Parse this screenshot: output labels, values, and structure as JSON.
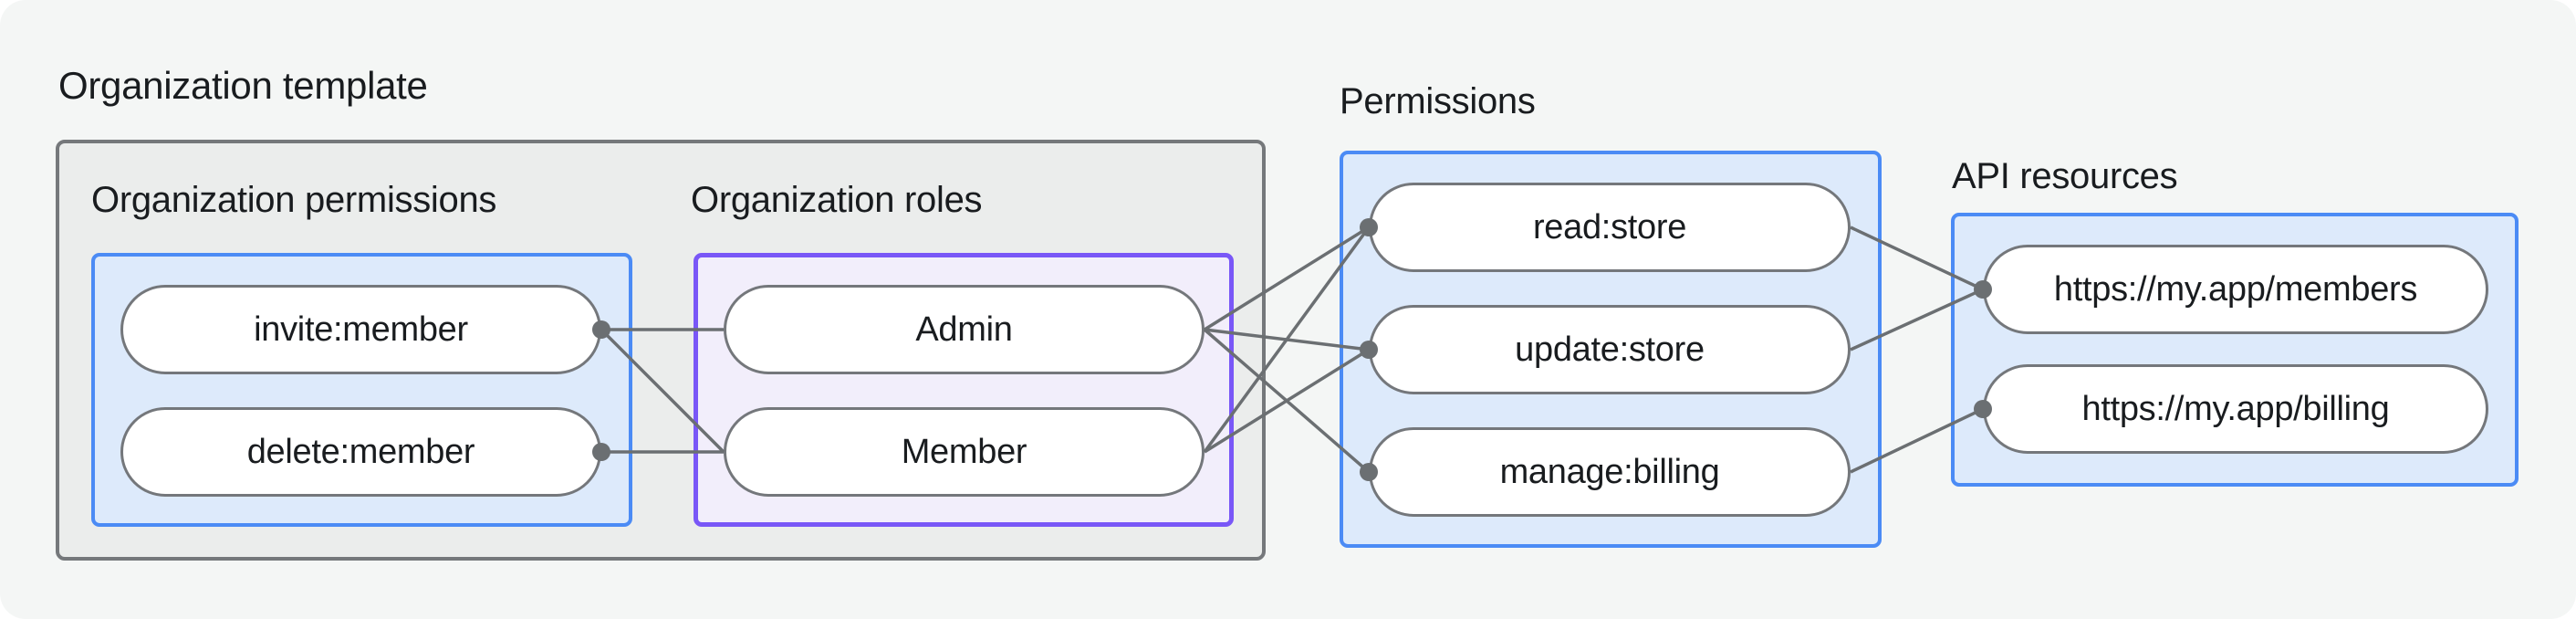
{
  "title": "Organization template",
  "groups": {
    "org_permissions": {
      "label": "Organization permissions",
      "items": [
        "invite:member",
        "delete:member"
      ]
    },
    "org_roles": {
      "label": "Organization roles",
      "items": [
        "Admin",
        "Member"
      ]
    },
    "permissions": {
      "label": "Permissions",
      "items": [
        "read:store",
        "update:store",
        "manage:billing"
      ]
    },
    "api_resources": {
      "label": "API resources",
      "items": [
        "https://my.app/members",
        "https://my.app/billing"
      ]
    }
  },
  "edges": [
    {
      "from": "invite:member",
      "to": "Admin"
    },
    {
      "from": "invite:member",
      "to": "Member"
    },
    {
      "from": "delete:member",
      "to": "Member"
    },
    {
      "from": "Admin",
      "to": "read:store"
    },
    {
      "from": "Admin",
      "to": "update:store"
    },
    {
      "from": "Admin",
      "to": "manage:billing"
    },
    {
      "from": "Member",
      "to": "read:store"
    },
    {
      "from": "Member",
      "to": "update:store"
    },
    {
      "from": "read:store",
      "to": "https://my.app/members"
    },
    {
      "from": "update:store",
      "to": "https://my.app/members"
    },
    {
      "from": "manage:billing",
      "to": "https://my.app/billing"
    }
  ],
  "dots": [
    {
      "node": "invite:member",
      "side": "right"
    },
    {
      "node": "delete:member",
      "side": "right"
    },
    {
      "node": "read:store",
      "side": "left"
    },
    {
      "node": "update:store",
      "side": "left"
    },
    {
      "node": "manage:billing",
      "side": "left"
    },
    {
      "node": "https://my.app/members",
      "side": "left"
    },
    {
      "node": "https://my.app/billing",
      "side": "left"
    }
  ],
  "colors": {
    "canvas_bg": "#f4f6f5",
    "gray_box_fill": "#ebedec",
    "gray_box_border": "#75787b",
    "blue_box_fill": "#ddeafb",
    "blue_box_border": "#4b8bf5",
    "purple_box_fill": "#f2eefb",
    "purple_box_border": "#7957f7",
    "pill_fill": "#ffffff",
    "pill_border": "#74777b",
    "edge_line": "#6b6f72",
    "text": "#191c1f"
  }
}
